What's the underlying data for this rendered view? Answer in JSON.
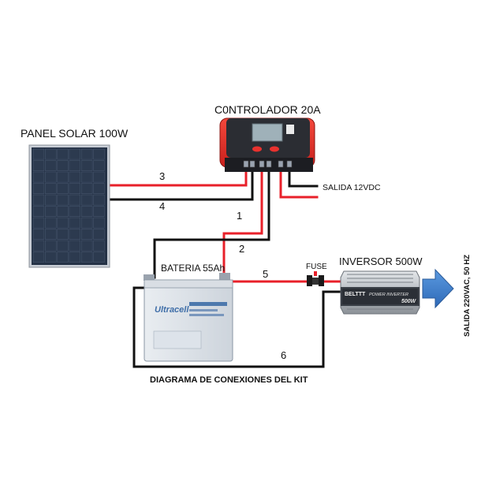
{
  "components": {
    "solar_panel": {
      "label": "PANEL SOLAR 100W"
    },
    "controller": {
      "label": "C0NTROLADOR 20A"
    },
    "battery": {
      "label": "BATERIA 55Ah",
      "brand": "Ultracell"
    },
    "inverter": {
      "label": "INVERSOR 500W",
      "brand": "BELTTT",
      "rating": "500W",
      "subtitle": "POWER INVERTER"
    },
    "fuse": {
      "label": "FUSE"
    }
  },
  "outputs": {
    "dc": "SALIDA  12VDC",
    "ac": "SALIDA 220VAC, 50 HZ"
  },
  "wires": [
    {
      "id": "1",
      "color": "red"
    },
    {
      "id": "2",
      "color": "black"
    },
    {
      "id": "3",
      "color": "red"
    },
    {
      "id": "4",
      "color": "black"
    },
    {
      "id": "5",
      "color": "red"
    },
    {
      "id": "6",
      "color": "black"
    }
  ],
  "caption": "DIAGRAMA DE CONEXIONES DEL KIT",
  "colors": {
    "wire_red": "#e8202a",
    "wire_black": "#111111",
    "controller_body": "#e8322e",
    "controller_face": "#2b2d33",
    "arrow": "#3d7fd1",
    "panel_cell": "#2c3a4f",
    "inverter_body": "#b9bec4"
  }
}
